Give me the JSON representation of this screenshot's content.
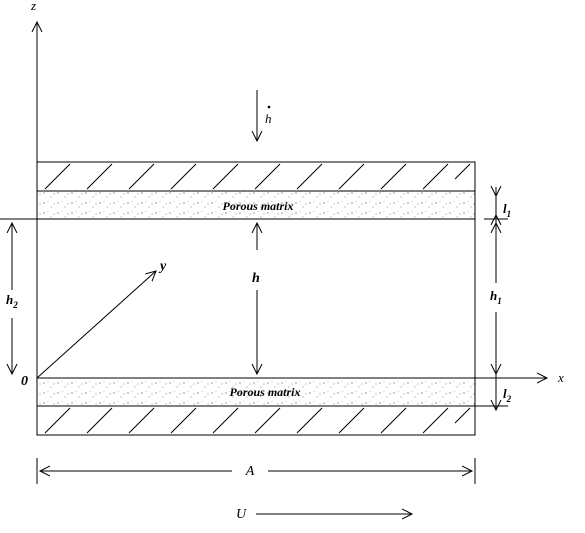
{
  "axes": {
    "z_label": "z",
    "x_label": "x",
    "y_label": "y",
    "origin_label": "0"
  },
  "layers": {
    "top_porous_label": "Porous matrix",
    "bottom_porous_label": "Porous matrix"
  },
  "dimensions": {
    "hdot_label": "h",
    "h_label": "h",
    "h1_base": "h",
    "h1_sub": "1",
    "h2_base": "h",
    "h2_sub": "2",
    "l1_base": "l",
    "l1_sub": "1",
    "l2_base": "l",
    "l2_sub": "2",
    "A_label": "A",
    "U_label": "U"
  }
}
